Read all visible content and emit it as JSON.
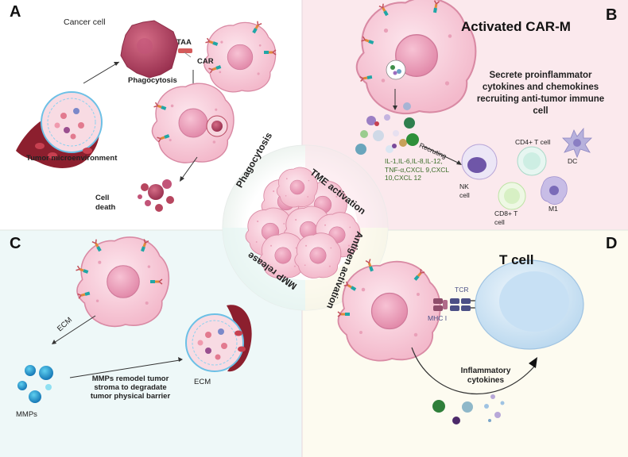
{
  "panels": {
    "a": {
      "letter": "A",
      "cancer_cell": "Cancer cell",
      "taa": "TAA",
      "car": "CAR",
      "phagocytosis": "Phagocytosis",
      "tme": "Tumor microenvironment",
      "cell_death_1": "Cell",
      "cell_death_2": "death"
    },
    "b": {
      "letter": "B",
      "title": "Activated CAR-M",
      "secrete": [
        "Secrete proinflammator",
        "cytokines and chemokines",
        "recruiting anti-tumor immune",
        "cell"
      ],
      "cytokines": [
        "IL-1,IL-6,IL-8,IL-12,",
        "TNF-α,CXCL 9,CXCL",
        "10,CXCL 12"
      ],
      "recruting": "Recruting",
      "nk_1": "NK",
      "nk_2": "cell",
      "cd4": "CD4+ T cell",
      "dc": "DC",
      "cd8_1": "CD8+ T",
      "cd8_2": "cell",
      "m1": "M1"
    },
    "c": {
      "letter": "C",
      "ecm_arrow": "ECM",
      "mmps": "MMPs",
      "remodel": [
        "MMPs remodel tumor",
        "stroma to degradate",
        "tumor physical barrier"
      ],
      "ecm": "ECM"
    },
    "d": {
      "letter": "D",
      "tcell": "T cell",
      "tcr": "TCR",
      "mhc": "MHC I",
      "inflammatory_1": "Inflammatory",
      "inflammatory_2": "cytokines"
    }
  },
  "center": {
    "phagocytosis": "Phagocytosis",
    "tme": "TME activation",
    "antigen": "Antigen activation",
    "mmp": "MMP release"
  },
  "colors": {
    "pink_bg": "#fbe9ed",
    "cream_bg": "#fdfbf0",
    "cyan_bg": "#eef8f8",
    "cell_pink": "#f6c9d6",
    "nucleus": "#eda2bd",
    "tumor_red": "#b7465f",
    "vessel": "#8c1f2e",
    "tcell_blue": "#dcebf7",
    "mhc_purple": "#8f4d6b",
    "tcr_blue": "#4b4f86"
  }
}
